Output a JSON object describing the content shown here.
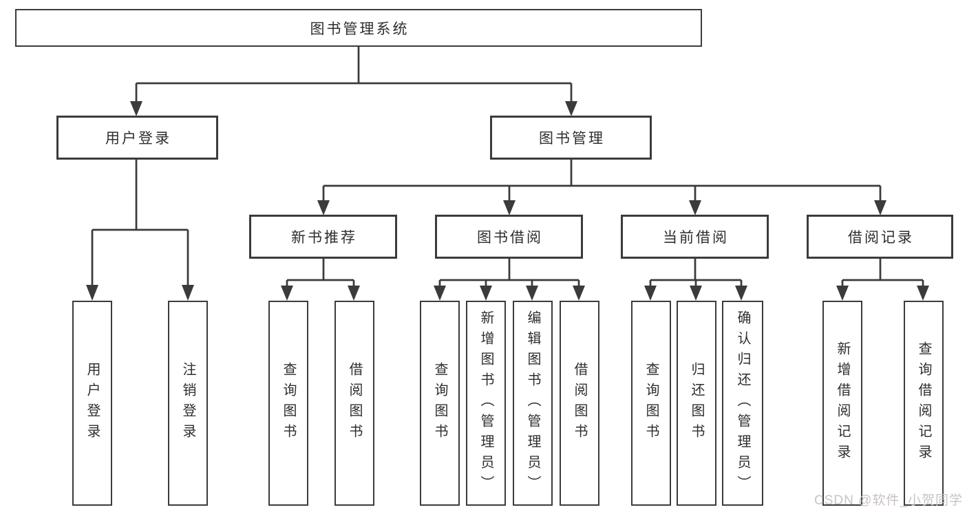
{
  "colors": {
    "line": "#3b3b3b",
    "box_border": "#3b3b3b",
    "text": "#2e2e2e",
    "background": "#ffffff",
    "watermark": "#c9c2c2"
  },
  "watermark": "CSDN @软件_小贺同学",
  "root": {
    "label": "图书管理系统"
  },
  "branches": {
    "user_login": {
      "label": "用户登录",
      "children": [
        "用户登录",
        "注销登录"
      ]
    },
    "book_management": {
      "label": "图书管理",
      "sections": [
        {
          "label": "新书推荐",
          "children": [
            "查询图书",
            "借阅图书"
          ]
        },
        {
          "label": "图书借阅",
          "children": [
            "查询图书",
            "新增图书（管理员）",
            "编辑图书（管理员）",
            "借阅图书"
          ]
        },
        {
          "label": "当前借阅",
          "children": [
            "查询图书",
            "归还图书",
            "确认归还（管理员）"
          ]
        },
        {
          "label": "借阅记录",
          "children": [
            "新增借阅记录",
            "查询借阅记录"
          ]
        }
      ]
    }
  }
}
